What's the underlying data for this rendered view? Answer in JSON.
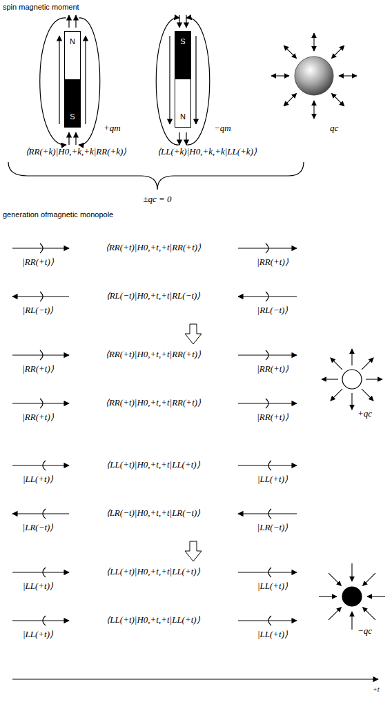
{
  "diagram": {
    "nodes": [
      {
        "text": [
          "N",
          "S"
        ]
      },
      {
        "text": [
          "S",
          "N"
        ]
      }
    ],
    "labels": [
      "spin magnetic moment",
      "+qm",
      "−qm",
      "qc",
      "⟨RR(+k)|H0,+k,+k|RR(+k)⟩",
      "⟨LL(+k)|H0,+k,+k|LL(+k)⟩",
      "±qc = 0",
      "generation ofmagnetic monopole",
      "|RR(+t)⟩",
      "⟨RR(+t)|H0,+t,+t|RR(+t)⟩",
      "|RR(+t)⟩",
      "|RL(−t)⟩",
      "⟨RL(−t)|H0,+t,+t|RL(−t)⟩",
      "|RL(−t)⟩",
      "|RR(+t)⟩",
      "⟨RR(+t)|H0,+t,+t|RR(+t)⟩",
      "|RR(+t)⟩",
      "|RR(+t)⟩",
      "⟨RR(+t)|H0,+t,+t|RR(+t)⟩",
      "|RR(+t)⟩",
      "+qc",
      "|LL(+t)⟩",
      "⟨LL(+t)|H0,+t,+t|LL(+t)⟩",
      "|LL(+t)⟩",
      "|LR(−t)⟩",
      "⟨LR(−t)|H0,+t,+t|LR(−t)⟩",
      "|LR(−t)⟩",
      "|LL(+t)⟩",
      "⟨LL(+t)|H0,+t,+t|LL(+t)⟩",
      "|LL(+t)⟩",
      "|LL(+t)⟩",
      "⟨LL(+t)|H0,+t,+t|LL(+t)⟩",
      "|LL(+t)⟩",
      "−qc",
      "+t"
    ]
  }
}
